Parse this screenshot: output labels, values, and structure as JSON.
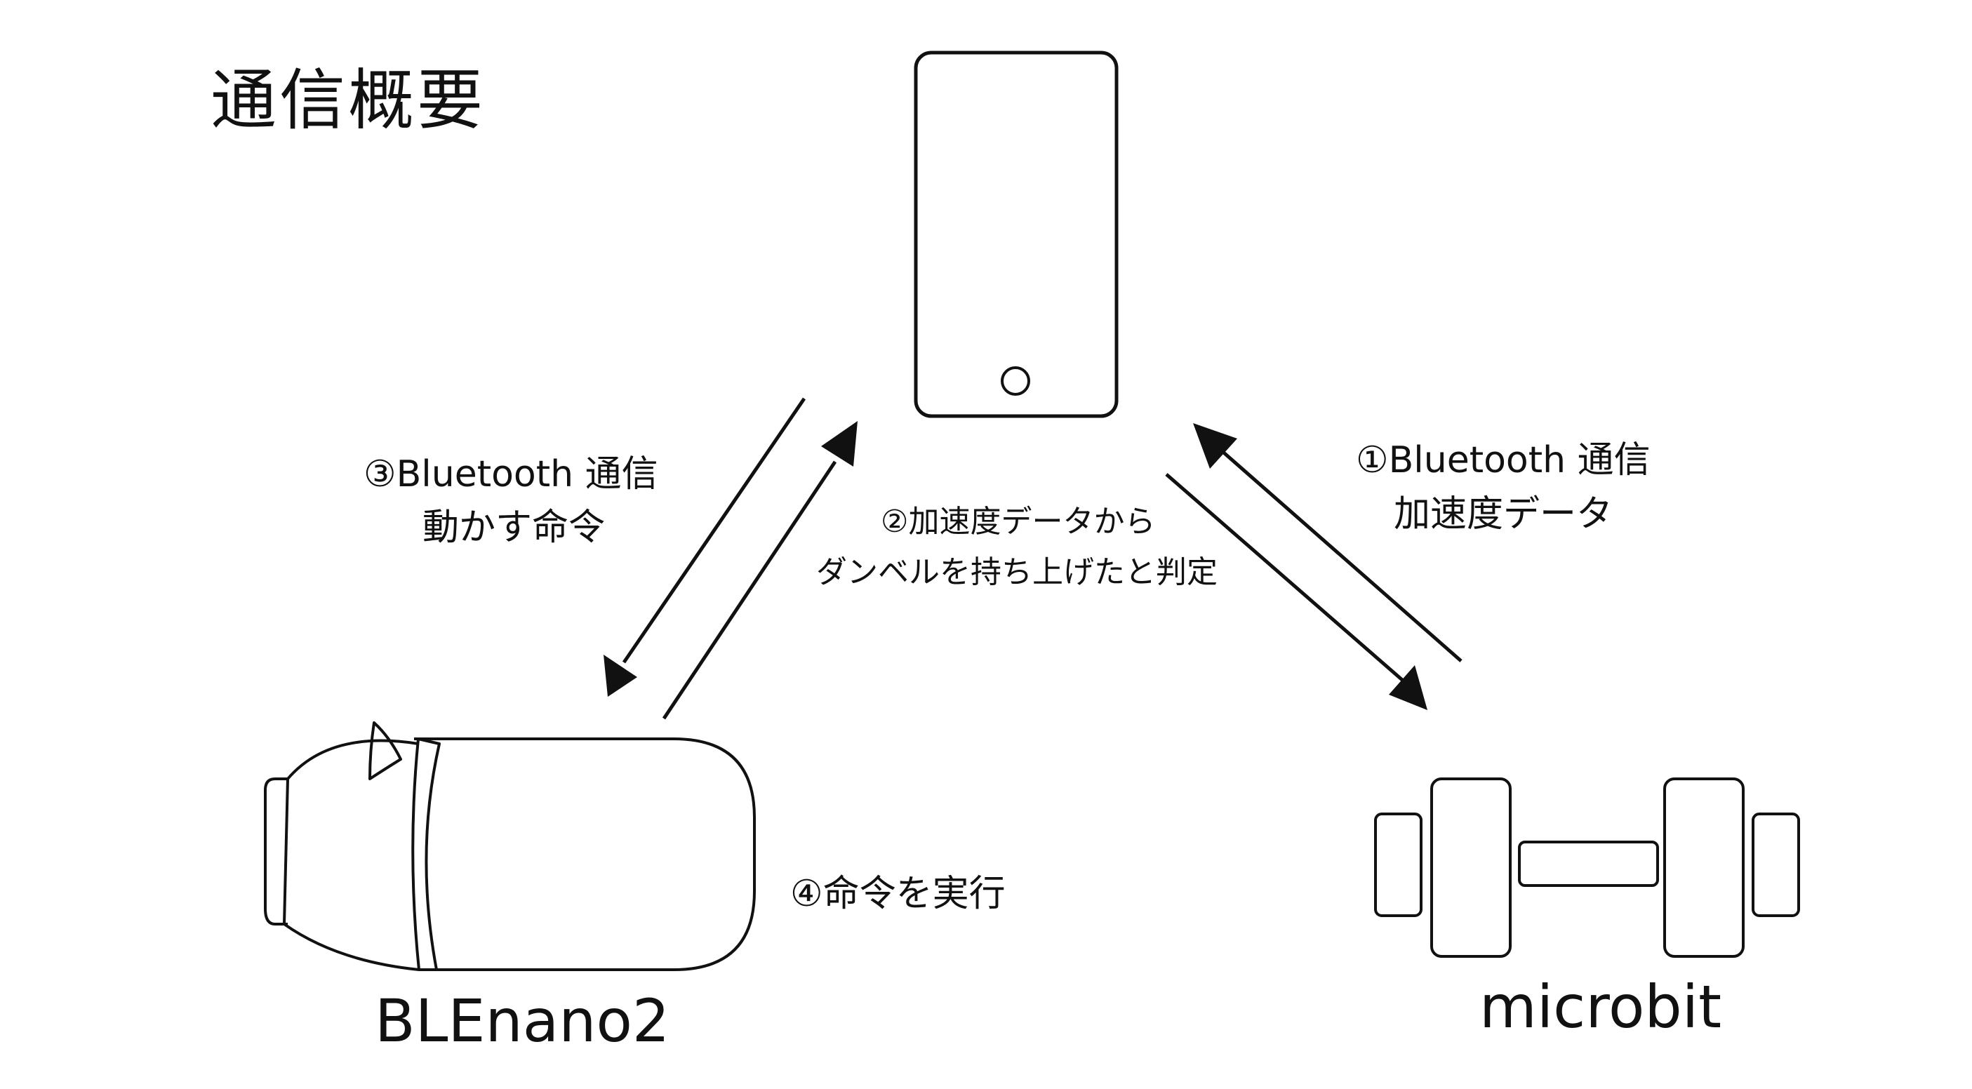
{
  "title": "通信概要",
  "devices": {
    "ble_name": "BLEnano2",
    "microbit_name": "microbit"
  },
  "labels": {
    "step1_line1": "①Bluetooth 通信",
    "step1_line2": "加速度データ",
    "step2_line1": "②加速度データから",
    "step2_line2": "ダンベルを持ち上げたと判定",
    "step3_line1": "③Bluetooth 通信",
    "step3_line2": "動かす命令",
    "step4": "④命令を実行"
  },
  "colors": {
    "stroke": "#111111",
    "background": "#ffffff"
  }
}
